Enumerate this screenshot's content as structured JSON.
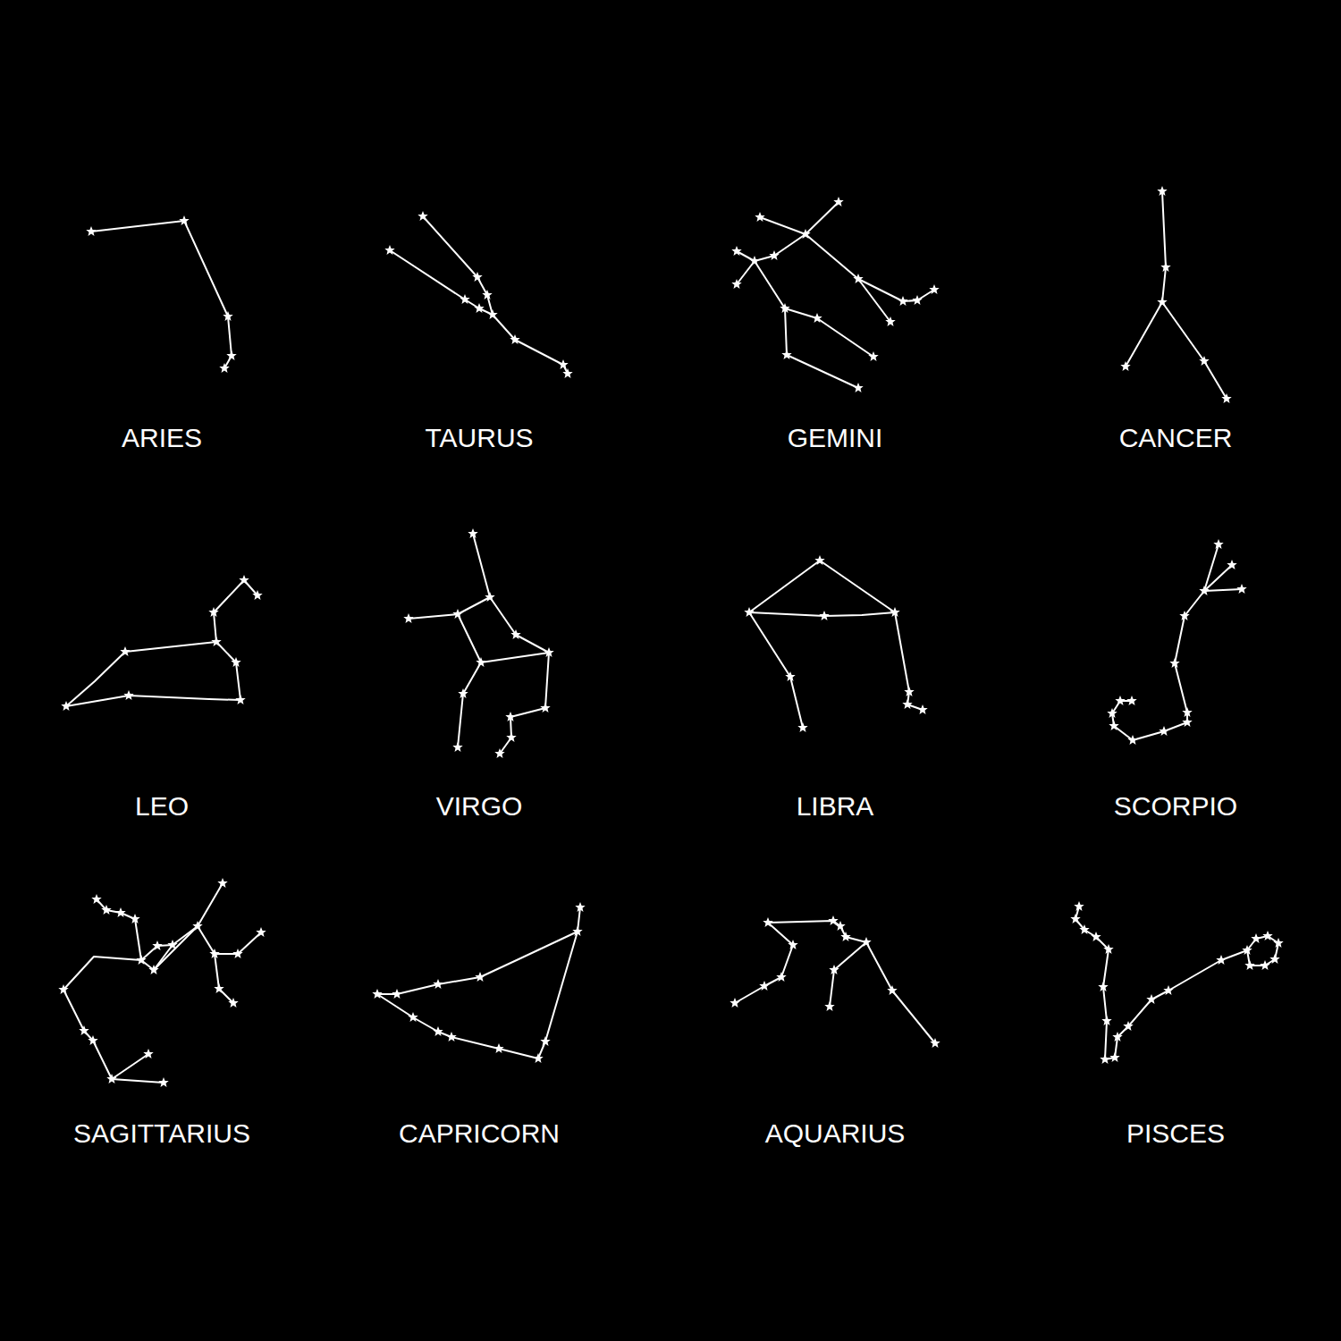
{
  "diagram": {
    "labels": [
      "ARIES",
      "TAURUS",
      "GEMINI",
      "CANCER",
      "LEO",
      "VIRGO",
      "LIBRA",
      "SCORPIO",
      "SAGITTARIUS",
      "CAPRICORN",
      "AQUARIUS",
      "PISCES"
    ]
  }
}
